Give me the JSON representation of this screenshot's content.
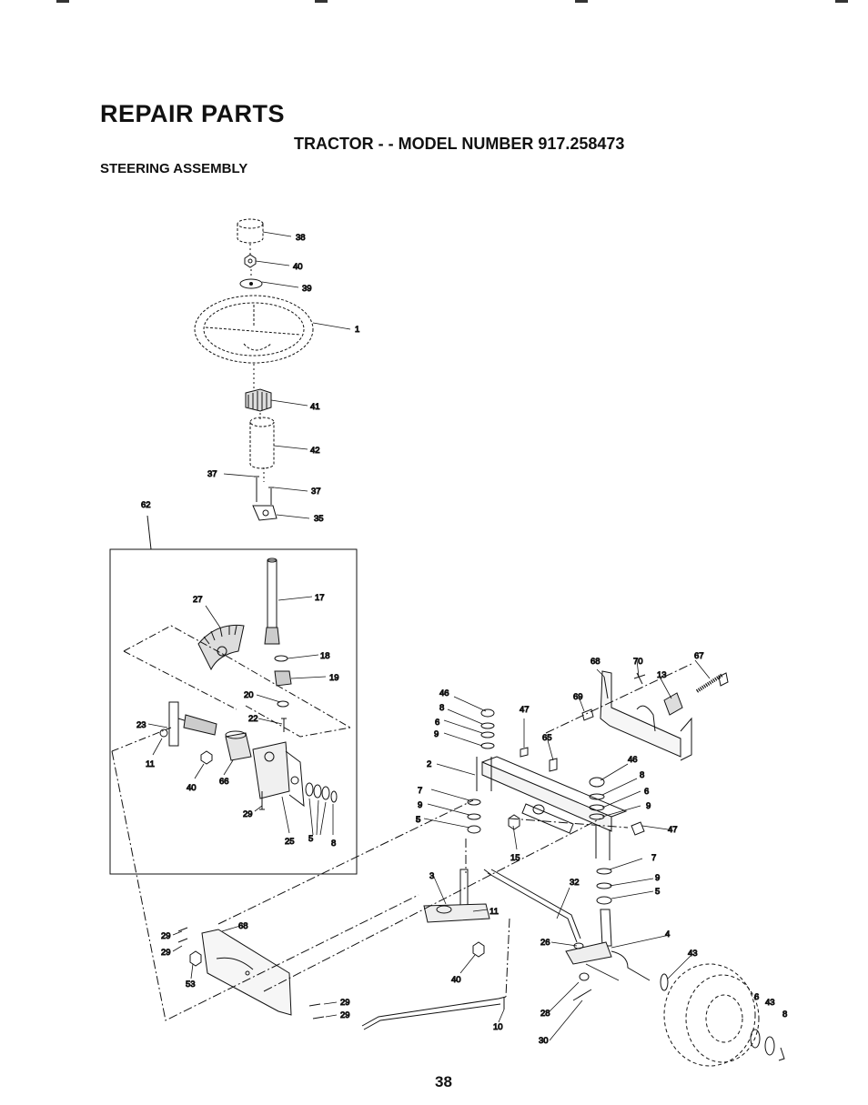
{
  "header": {
    "title": "REPAIR PARTS",
    "model": "TRACTOR - - MODEL NUMBER 917.258473",
    "section": "STEERING ASSEMBLY"
  },
  "page_number": "38",
  "callouts": [
    "1",
    "2",
    "3",
    "4",
    "5",
    "5",
    "5",
    "5",
    "6",
    "6",
    "6",
    "7",
    "7",
    "8",
    "8",
    "8",
    "8",
    "9",
    "9",
    "9",
    "9",
    "10",
    "11",
    "11",
    "13",
    "15",
    "17",
    "18",
    "19",
    "20",
    "22",
    "23",
    "25",
    "26",
    "27",
    "28",
    "29",
    "29",
    "29",
    "29",
    "29",
    "30",
    "32",
    "35",
    "37",
    "37",
    "38",
    "39",
    "40",
    "40",
    "40",
    "41",
    "42",
    "43",
    "43",
    "46",
    "46",
    "47",
    "47",
    "53",
    "62",
    "65",
    "66",
    "67",
    "68",
    "68",
    "69",
    "70"
  ]
}
